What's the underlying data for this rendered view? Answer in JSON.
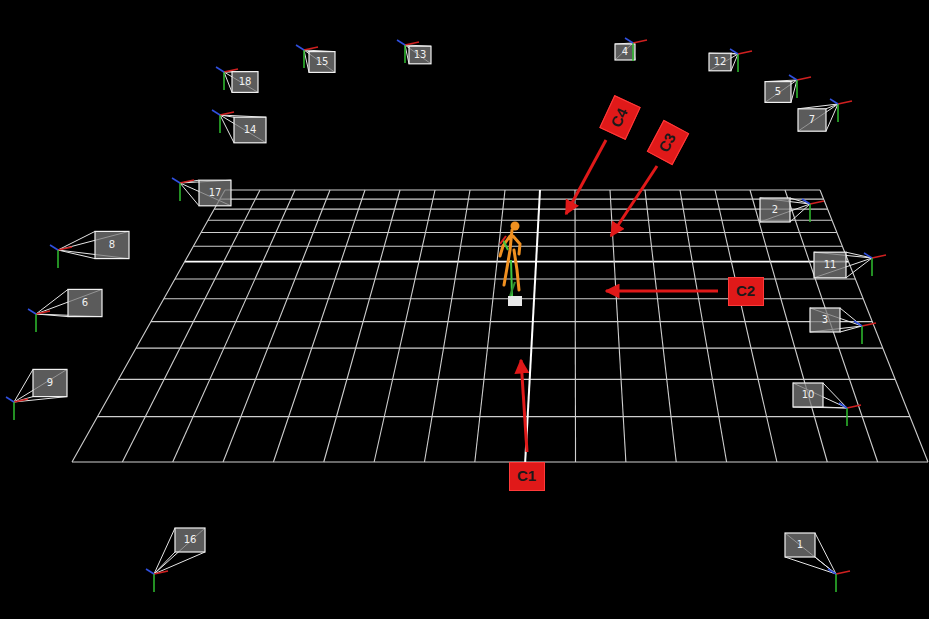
{
  "diagram": {
    "nodes": [
      {
        "text": [
          "C4"
        ]
      },
      {
        "text": [
          "C3"
        ]
      },
      {
        "text": [
          "C2"
        ]
      },
      {
        "text": [
          "C1"
        ]
      }
    ],
    "labels": [
      "13",
      "15",
      "18",
      "4",
      "12",
      "5",
      "7",
      "14",
      "17",
      "8",
      "2",
      "11",
      "6",
      "3",
      "9",
      "10",
      "16",
      "1"
    ]
  }
}
